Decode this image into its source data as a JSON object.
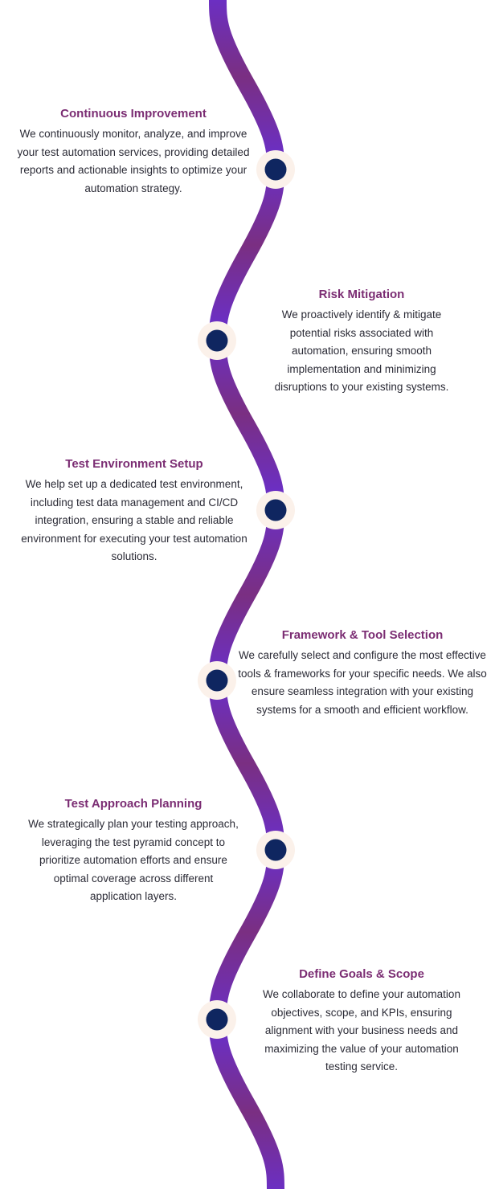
{
  "colors": {
    "title": "#7b2d73",
    "text": "#2b2b36",
    "node_fill": "#0f2660",
    "node_ring": "#fbf1ea",
    "path_start": "#6a2fc9",
    "path_end": "#7a2f82"
  },
  "steps": [
    {
      "title": "Continuous Improvement",
      "description": "We continuously monitor, analyze, and improve your test automation services, providing detailed reports and actionable insights to optimize your automation strategy."
    },
    {
      "title": "Risk Mitigation",
      "description": "We proactively identify & mitigate potential risks associated with automation, ensuring smooth implementation and minimizing disruptions to your existing systems."
    },
    {
      "title": "Test Environment Setup",
      "description": "We help set up a dedicated test environment, including test data management and CI/CD integration, ensuring a stable and reliable environment for executing your test automation solutions."
    },
    {
      "title": "Framework & Tool Selection",
      "description": "We carefully select and configure the most effective tools & frameworks for your specific needs. We also ensure seamless integration with your existing systems for a smooth and efficient workflow."
    },
    {
      "title": "Test Approach Planning",
      "description": "We strategically plan your testing approach, leveraging the test pyramid concept to prioritize automation efforts and ensure optimal coverage across different application layers."
    },
    {
      "title": "Define Goals & Scope",
      "description": "We collaborate to define your automation objectives, scope, and KPIs, ensuring alignment with your business needs and maximizing the value of your automation testing service."
    }
  ]
}
